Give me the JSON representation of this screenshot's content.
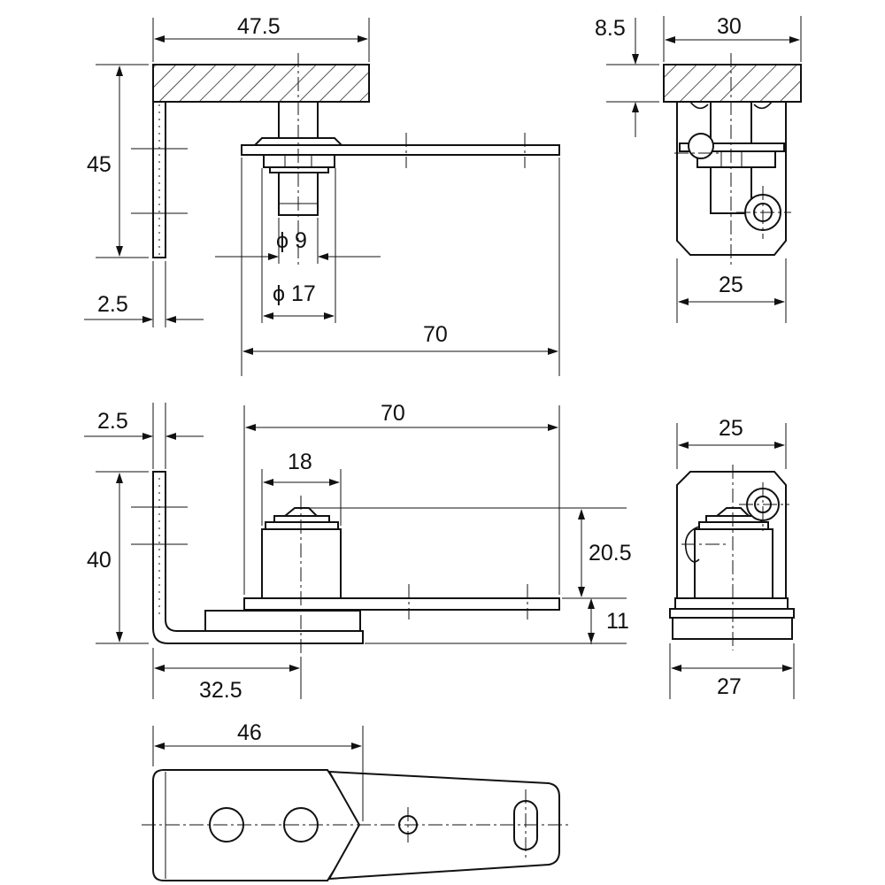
{
  "dimensions": {
    "top_width": "47.5",
    "top_height": "45",
    "thickness_top": "2.5",
    "pin_diameter": "ϕ 9",
    "bushing_diameter": "ϕ 17",
    "arm_length_top": "70",
    "side_top_thickness": "8.5",
    "side_top_width": "30",
    "side_top_bracket_width": "25",
    "thickness_bottom": "2.5",
    "arm_length_bottom": "70",
    "bearing_width": "18",
    "bottom_height": "40",
    "bearing_height": "20.5",
    "base_height": "11",
    "bottom_offset": "32.5",
    "side_bottom_width_upper": "25",
    "side_bottom_width_lower": "27",
    "plate_length": "46"
  }
}
